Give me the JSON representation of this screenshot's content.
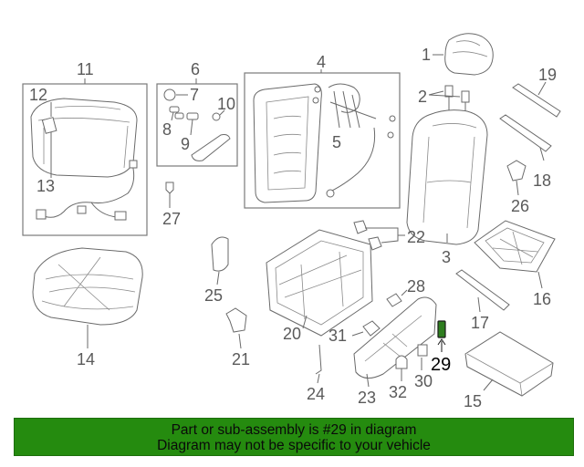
{
  "diagram": {
    "callouts": [
      "1",
      "2",
      "3",
      "4",
      "5",
      "6",
      "7",
      "8",
      "9",
      "10",
      "11",
      "12",
      "13",
      "14",
      "15",
      "16",
      "17",
      "18",
      "19",
      "20",
      "21",
      "22",
      "23",
      "24",
      "25",
      "26",
      "27",
      "28",
      "29",
      "30",
      "31",
      "32"
    ],
    "highlighted_part": "29",
    "highlight_color": "#258b0f"
  },
  "banner": {
    "line1": "Part or sub-assembly is #29 in diagram",
    "line2": "Diagram may not be specific to your vehicle"
  }
}
